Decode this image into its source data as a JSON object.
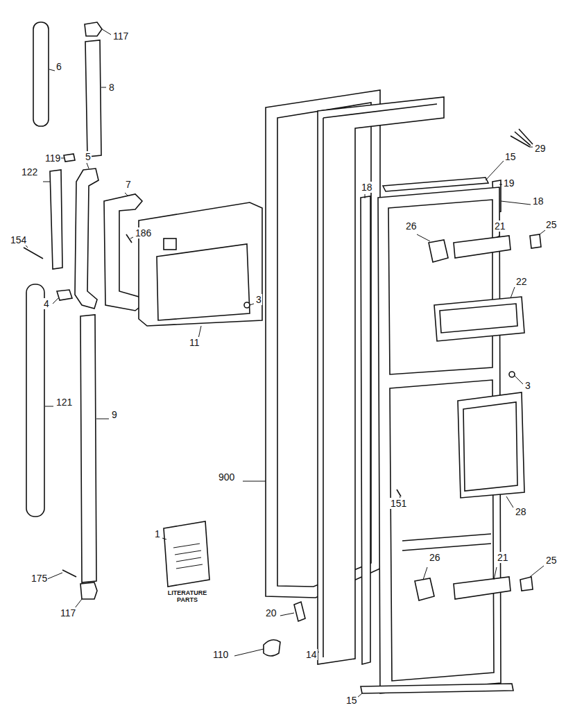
{
  "diagram": {
    "labels": [
      "117",
      "6",
      "8",
      "119",
      "5",
      "122",
      "7",
      "154",
      "186",
      "4",
      "121",
      "9",
      "3",
      "11",
      "900",
      "1",
      "LITERATURE PARTS",
      "175",
      "117",
      "20",
      "110",
      "14",
      "15",
      "18",
      "29",
      "15",
      "19",
      "18",
      "26",
      "21",
      "25",
      "22",
      "3",
      "151",
      "28",
      "26",
      "21",
      "25",
      "15"
    ]
  }
}
